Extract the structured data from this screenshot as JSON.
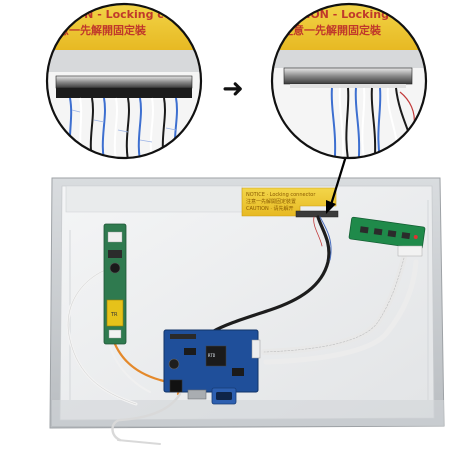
{
  "callouts": {
    "left": {
      "warning_text": "NTION - Locking co",
      "warning_cjk": "意一先解開固定裝"
    },
    "right": {
      "warning_text": "ENTION - Locking conne",
      "warning_cjk": "注意一先解開固定裝"
    }
  },
  "arrow_glyph": "➜"
}
